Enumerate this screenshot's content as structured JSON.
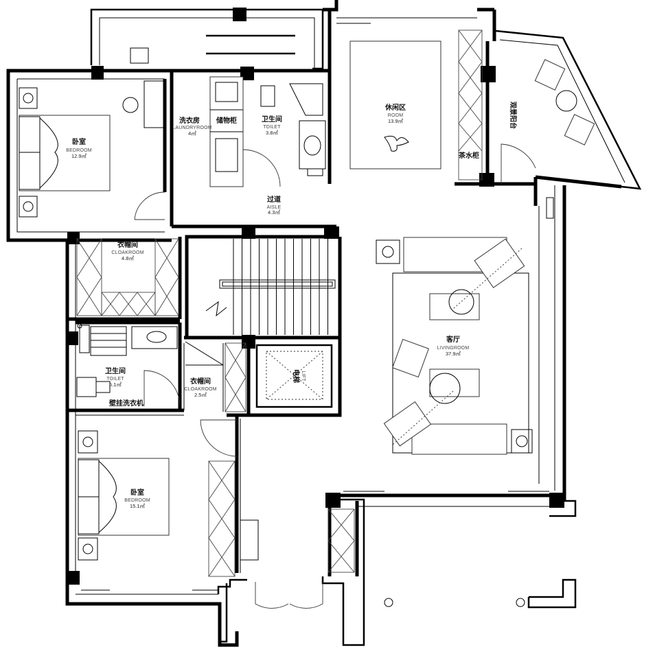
{
  "rooms": {
    "bedroom1": {
      "zh": "卧室",
      "en": "BEDROOM",
      "area": "12.9㎡"
    },
    "laundry": {
      "zh": "洗衣房",
      "en": "LAUNDRYROOM",
      "area": "4㎡"
    },
    "storage": {
      "zh": "储物柜"
    },
    "toilet1": {
      "zh": "卫生间",
      "en": "TOILET",
      "area": "3.8㎡"
    },
    "leisure": {
      "zh": "休闲区",
      "en": "ROOM",
      "area": "13.9㎡"
    },
    "tea_cabinet": {
      "zh": "茶水柜"
    },
    "balcony": {
      "zh": "观景阳台"
    },
    "aisle": {
      "zh": "过道",
      "en": "AISLE",
      "area": "4.3㎡"
    },
    "cloak1": {
      "zh": "衣帽间",
      "en": "CLOAKROOM",
      "area": "4.8㎡"
    },
    "toilet2": {
      "zh": "卫生间",
      "en": "TOILET",
      "area": "5.1㎡"
    },
    "washer": {
      "zh": "壁挂洗衣机"
    },
    "cloak2": {
      "zh": "衣帽间",
      "en": "CLOAKROOM",
      "area": "2.5㎡"
    },
    "elevator": {
      "zh": "电梯",
      "en": "LIFT"
    },
    "living": {
      "zh": "客厅",
      "en": "LIVINGROOM",
      "area": "37.9㎡"
    },
    "bedroom2": {
      "zh": "卧室",
      "en": "BEDROOM",
      "area": "15.1㎡"
    }
  }
}
